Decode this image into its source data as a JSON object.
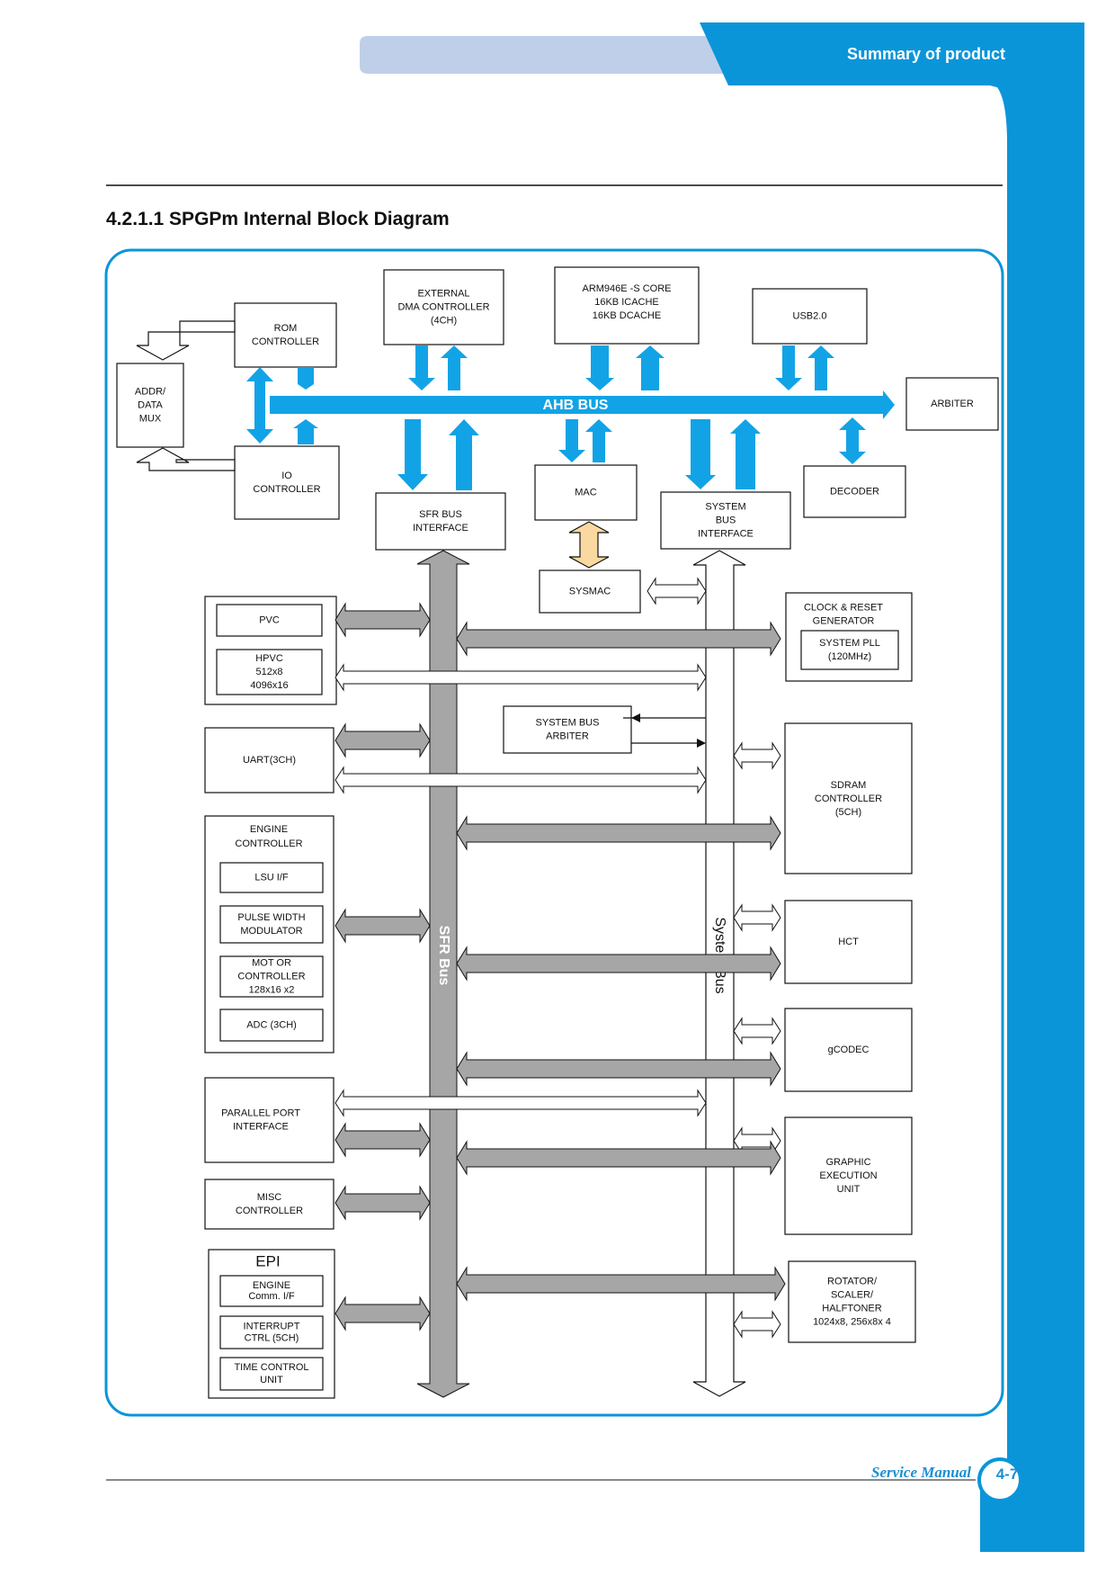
{
  "header": {
    "title": "Summary of product"
  },
  "section": {
    "title": "4.2.1.1 SPGPm Internal Block Diagram"
  },
  "footer": {
    "label": "Service Manual",
    "page_number": "4-7"
  },
  "colors": {
    "accent_blue": "#0b95d9",
    "bus_blue": "#12a3e6",
    "tab_light": "#bfcfe9",
    "sfr_gray": "#a6a6a6",
    "sysmac_orange": "#fad9a1"
  },
  "diagram": {
    "buses": {
      "ahb": "AHB BUS",
      "sfr": "SFR Bus",
      "system": "System Bus"
    },
    "blocks": {
      "rom_controller": [
        "ROM",
        "CONTROLLER"
      ],
      "addr_data_mux": [
        "ADDR/",
        "DATA",
        "MUX"
      ],
      "io_controller": [
        "IO",
        "CONTROLLER"
      ],
      "external_dma": [
        "EXTERNAL",
        "DMA CONTROLLER",
        "(4CH)"
      ],
      "arm_core": [
        "ARM946E  -S CORE",
        "16KB ICACHE",
        "16KB DCACHE"
      ],
      "usb": [
        "USB2.0"
      ],
      "arbiter": [
        "ARBITER"
      ],
      "sfr_bus_interface": [
        "SFR BUS",
        "INTERFACE"
      ],
      "mac": [
        "MAC"
      ],
      "system_bus_interface": [
        "SYSTEM",
        "BUS",
        "INTERFACE"
      ],
      "decoder": [
        "DECODER"
      ],
      "sysmac": [
        "SYSMAC"
      ],
      "pvc": [
        "PVC"
      ],
      "hpvc": [
        "HPVC",
        "512x8",
        "4096x16"
      ],
      "clock_reset": [
        "CLOCK & RESET",
        "GENERATOR"
      ],
      "system_pll": [
        "SYSTEM    PLL",
        "(120MHz)"
      ],
      "system_bus_arbiter": [
        "SYSTEM BUS",
        "ARBITER"
      ],
      "uart": [
        "UART(3CH)"
      ],
      "sdram_controller": [
        "SDRAM",
        "CONTROLLER",
        "(5CH)"
      ],
      "engine_controller": [
        "ENGINE",
        "CONTROLLER"
      ],
      "lsu_if": [
        "LSU I/F"
      ],
      "pulse_width_modulator": [
        "PULSE    WIDTH",
        "MODULATOR"
      ],
      "motor_controller": [
        "MOT OR",
        "CONTROLLER",
        "128x16  x2"
      ],
      "adc": [
        "ADC  (3CH)"
      ],
      "hct": [
        "HCT"
      ],
      "gcodec": [
        "gCODEC"
      ],
      "parallel_port": [
        "PARALLEL PORT",
        "INTERFACE"
      ],
      "graphic_execution_unit": [
        "GRAPHIC",
        "EXECUTION",
        "UNIT"
      ],
      "misc_controller": [
        "MISC",
        "CONTROLLER"
      ],
      "epi": [
        "EPI"
      ],
      "engine_comm_if": [
        "ENGINE",
        "Comm. I/F"
      ],
      "interrupt_ctrl": [
        "INTERRUPT",
        "CTRL (5CH)"
      ],
      "time_control_unit": [
        "TIME CONTROL",
        "UNIT"
      ],
      "rotator": [
        "ROTATOR/",
        "SCALER/",
        "HALFTONER",
        "1024x8, 256x8x 4"
      ]
    }
  }
}
